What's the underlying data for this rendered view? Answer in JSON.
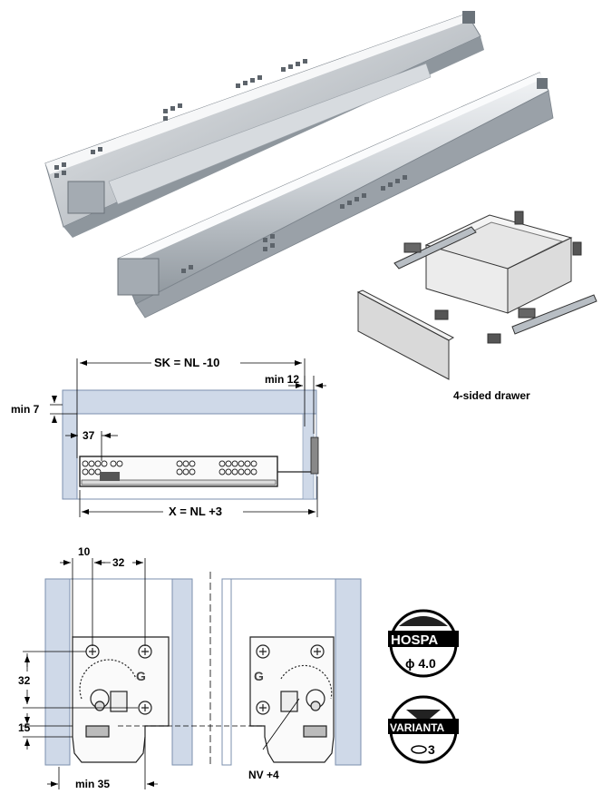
{
  "labels": {
    "sk": "SK = NL -10",
    "min12": "min 12",
    "min7": "min 7",
    "d37": "37",
    "x": "X = NL +3",
    "d10": "10",
    "d32top": "32",
    "d32left": "32",
    "d15": "15",
    "min35": "min 35",
    "nv4": "NV +4",
    "drawer_caption": "4-sided drawer"
  },
  "logos": {
    "hospa": {
      "brand": "HOSPA",
      "size": "ϕ 4.0"
    },
    "varianta": {
      "brand": "VARIANTA",
      "size": "3"
    }
  },
  "colors": {
    "cabinet_fill": "#cfd9e8",
    "cabinet_stroke": "#7b8fae",
    "metal_light": "#e4e7ea",
    "metal_mid": "#b9bfc5",
    "metal_dark": "#7c848c"
  }
}
